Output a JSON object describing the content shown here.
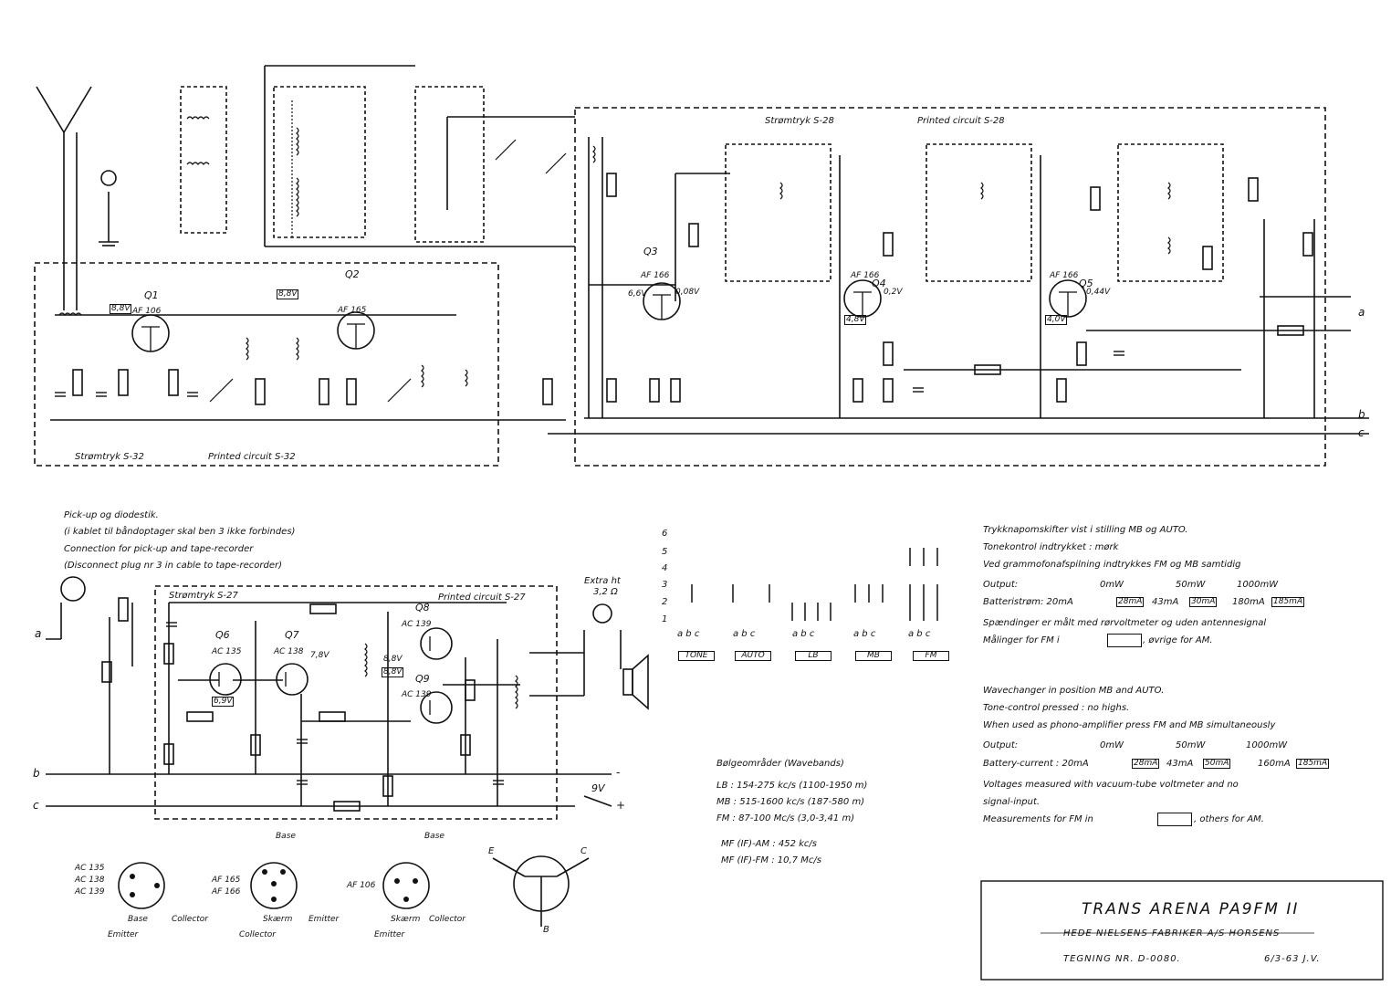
{
  "circuit_blocks": {
    "rf_block_label": "Strømtryk S-32",
    "rf_block_label_en": "Printed circuit S-32",
    "if_block_label": "Strømtryk S-28",
    "if_block_label_en": "Printed circuit S-28",
    "af_block_label": "Strømtryk S-27",
    "af_block_label_en": "Printed circuit S-27"
  },
  "transistors": [
    {
      "ref": "Q1",
      "type": "AF 106",
      "v": "8,8V"
    },
    {
      "ref": "Q2",
      "type": "AF 165",
      "v": "8,8V"
    },
    {
      "ref": "Q3",
      "type": "AF 166",
      "v": "6,6V",
      "v2": "0,08V"
    },
    {
      "ref": "Q4",
      "type": "AF 166",
      "v": "0,2V",
      "v2": "4,8V"
    },
    {
      "ref": "Q5",
      "type": "AF 166",
      "v": "0,44V",
      "v2": "4,0V"
    },
    {
      "ref": "Q6",
      "type": "AC 135",
      "v": "6,9V"
    },
    {
      "ref": "Q7",
      "type": "AC 138",
      "v": "7,8V"
    },
    {
      "ref": "Q8",
      "type": "AC 139",
      "v": "8,8V"
    },
    {
      "ref": "Q9",
      "type": "AC 139",
      "v": "8,8V"
    }
  ],
  "rails": {
    "a": "a",
    "b": "b",
    "c": "c",
    "supply": "9V",
    "plus": "+",
    "minus": "-"
  },
  "pickup_notes": {
    "line1": "Pick-up og diodestik.",
    "line2": "(i kablet til båndoptager skal ben 3 ikke forbindes)",
    "line3": "Connection for pick-up and tape-recorder",
    "line4": "(Disconnect plug nr 3 in cable to tape-recorder)"
  },
  "switch_panel": {
    "rows": [
      "6",
      "5",
      "4",
      "3",
      "2",
      "1"
    ],
    "cols": "a b c",
    "labels": [
      "TONE",
      "AUTO",
      "LB",
      "MB",
      "FM"
    ]
  },
  "danish_notes": {
    "n1": "Trykknapomskifter vist i stilling MB og AUTO.",
    "n2": "Tonekontrol indtrykket : mørk",
    "n3": "Ved grammofonafspilning indtrykkes FM og MB samtidig",
    "out_label": "Output:",
    "out_vals": [
      "0mW",
      "50mW",
      "1000mW"
    ],
    "bat_label": "Batteristrøm: 20mA",
    "bat_vals": [
      "28mA",
      "43mA",
      "30mA",
      "180mA",
      "185mA"
    ],
    "n4": "Spændinger er målt med rørvoltmeter og uden antennesignal",
    "n5a": "Målinger for FM i",
    "n5b": ", øvrige for AM."
  },
  "english_notes": {
    "n1": "Wavechanger in position MB and AUTO.",
    "n2": "Tone-control pressed : no highs.",
    "n3": "When used as phono-amplifier press FM and MB simultaneously",
    "out_label": "Output:",
    "out_vals": [
      "0mW",
      "50mW",
      "1000mW"
    ],
    "bat_label": "Battery-current : 20mA",
    "bat_vals": [
      "28mA",
      "43mA",
      "50mA",
      "160mA",
      "185mA"
    ],
    "n4": "Voltages measured with vacuum-tube voltmeter and no",
    "n5": "signal-input.",
    "n6a": "Measurements for FM in",
    "n6b": ", others for AM."
  },
  "wavebands": {
    "heading": "Bølgeområder (Wavebands)",
    "lb": "LB : 154-275 kc/s (1100-1950 m)",
    "mb": "MB : 515-1600 kc/s (187-580 m)",
    "fm": "FM : 87-100 Mc/s (3,0-3,41 m)",
    "if_am": "MF (IF)-AM : 452 kc/s",
    "if_fm": "MF (IF)-FM : 10,7 Mc/s"
  },
  "pinouts": {
    "g1_types": [
      "AC 135",
      "AC 138",
      "AC 139"
    ],
    "g1_base": "Base",
    "g1_emitter": "Emitter",
    "g1_collector": "Collector",
    "g2_base": "Base",
    "g2_types": [
      "AF 165",
      "AF 166"
    ],
    "g2_shield": "Skærm",
    "g2_emitter": "Emitter",
    "g2_collector": "Collector",
    "g3_base": "Base",
    "g3_type": "AF 106",
    "g3_shield": "Skærm",
    "g3_collector": "Collector",
    "g3_emitter": "Emitter",
    "sym_e": "E",
    "sym_c": "C",
    "sym_b": "B"
  },
  "title_block": {
    "title": "TRANS ARENA PA9FM II",
    "maker": "HEDE NIELSENS FABRIKER A/S HORSENS",
    "drawing": "TEGNING NR. D-0080.",
    "date": "6/3-63 J.V."
  },
  "speaker": {
    "label": "Extra ht",
    "ohm": "3,2 Ω"
  }
}
